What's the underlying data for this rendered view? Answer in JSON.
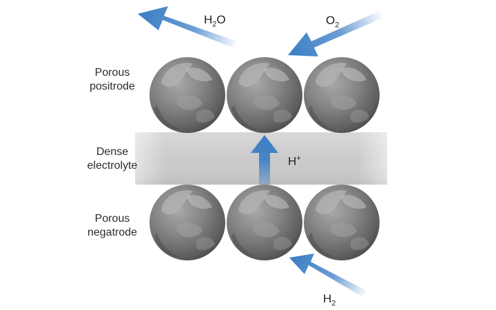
{
  "labels": {
    "positrode": [
      "Porous",
      "positrode"
    ],
    "electrolyte": [
      "Dense",
      "electrolyte"
    ],
    "negatrode": [
      "Porous",
      "negatrode"
    ]
  },
  "species": {
    "water": {
      "base": "H",
      "sub": "2",
      "tail": "O"
    },
    "oxygen": {
      "base": "O",
      "sub": "2"
    },
    "proton": {
      "base": "H",
      "sup": "+"
    },
    "hydrogen": {
      "base": "H",
      "sub": "2"
    }
  },
  "colors": {
    "arrow": "#3a7dc4",
    "electrolyte_band": "#c9c9c9",
    "sphere": "#7b7b7b"
  }
}
